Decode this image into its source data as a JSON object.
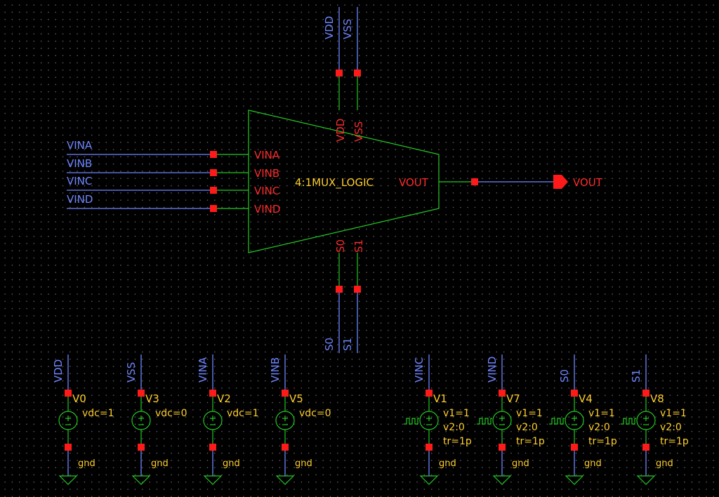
{
  "mux": {
    "cell": "4:1MUX_LOGIC",
    "top_pins": [
      "VDD",
      "VSS"
    ],
    "top_nets": [
      "VDD",
      "VSS"
    ],
    "bottom_pins": [
      "S0",
      "S1"
    ],
    "bottom_nets": [
      "S0",
      "S1"
    ],
    "input_pins": [
      "VINA",
      "VINB",
      "VINC",
      "VIND"
    ],
    "input_nets": [
      "VINA",
      "VINB",
      "VINC",
      "VIND"
    ],
    "output_pin": "VOUT",
    "output_net": "VOUT"
  },
  "sources": [
    {
      "net": "VDD",
      "inst": "V0",
      "params": [
        "vdc=1"
      ],
      "gnd": "gnd"
    },
    {
      "net": "VSS",
      "inst": "V3",
      "params": [
        "vdc=0"
      ],
      "gnd": "gnd"
    },
    {
      "net": "VINA",
      "inst": "V2",
      "params": [
        "vdc=1"
      ],
      "gnd": "gnd"
    },
    {
      "net": "VINB",
      "inst": "V5",
      "params": [
        "vdc=0"
      ],
      "gnd": "gnd"
    },
    {
      "net": "VINC",
      "inst": "V1",
      "params": [
        "v1=1",
        "v2:0",
        "tr=1p"
      ],
      "gnd": "gnd"
    },
    {
      "net": "VIND",
      "inst": "V7",
      "params": [
        "v1=1",
        "v2:0",
        "tr=1p"
      ],
      "gnd": "gnd"
    },
    {
      "net": "S0",
      "inst": "V4",
      "params": [
        "v1=1",
        "v2:0",
        "tr=1p"
      ],
      "gnd": "gnd"
    },
    {
      "net": "S1",
      "inst": "V8",
      "params": [
        "v1=1",
        "v2:0",
        "tr=1p"
      ],
      "gnd": "gnd"
    }
  ],
  "colors": {
    "wire": "#6f86ff",
    "pin": "#ff2b2b",
    "symbol": "#23c923",
    "instance": "#ffcf2b",
    "background": "#000000"
  }
}
